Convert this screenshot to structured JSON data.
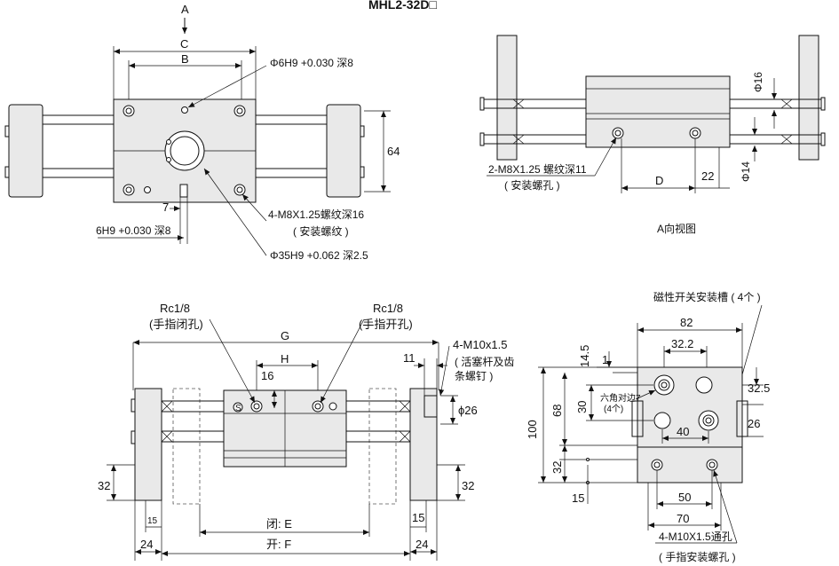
{
  "title": "MHL2-32D□",
  "top_left_view": {
    "view_arrow": "A",
    "dim_c": "C",
    "dim_b": "B",
    "dim_64": "64",
    "dim_7": "7",
    "note_phi6": "Φ6H9 +0.030 深8",
    "note_6h9": "6H9 +0.030 深8",
    "note_m8": "4-M8X1.25螺纹深16",
    "note_m8_sub": "( 安装螺纹 )",
    "note_phi35": "Φ35H9 +0.062 深2.5"
  },
  "top_right_view": {
    "caption": "A向视图",
    "dim_phi16": "Φ16",
    "dim_phi14": "Φ14",
    "dim_22": "22",
    "dim_d": "D",
    "note_m8": "2-M8X1.25 螺纹深11",
    "note_m8_sub": "( 安装螺孔 )"
  },
  "bottom_left_view": {
    "rc_left": "Rc1/8",
    "rc_left_sub": "(手指闭孔)",
    "rc_right": "Rc1/8",
    "rc_right_sub": "(手指开孔)",
    "dim_g": "G",
    "dim_h": "H",
    "dim_16": "16",
    "dim_11": "11",
    "dim_phi26": "ϕ26",
    "dim_32_left": "32",
    "dim_32_right": "32",
    "dim_15_left": "15",
    "dim_15_right": "15",
    "dim_24_left": "24",
    "dim_24_right": "24",
    "dim_e": "闭: E",
    "dim_f": "开: F",
    "note_m10": "4-M10x1.5",
    "note_m10_sub1": "( 活塞杆及齿",
    "note_m10_sub2": "条螺钉 )",
    "mark_s": "S"
  },
  "bottom_right_view": {
    "note_slot": "磁性开关安装槽 ( 4个 )",
    "dim_82": "82",
    "dim_32_2": "32.2",
    "dim_14_5": "14.5",
    "dim_1": "1",
    "dim_32_5": "32.5",
    "dim_26": "26",
    "dim_100": "100",
    "dim_68": "68",
    "dim_30": "30",
    "dim_40": "40",
    "dim_32": "32",
    "dim_15": "15",
    "dim_50": "50",
    "dim_70": "70",
    "note_hex": "六角对边7",
    "note_hex_sub": "(4个)",
    "note_m10": "4-M10X1.5通孔",
    "note_m10_sub": "( 手指安装螺孔 )"
  }
}
